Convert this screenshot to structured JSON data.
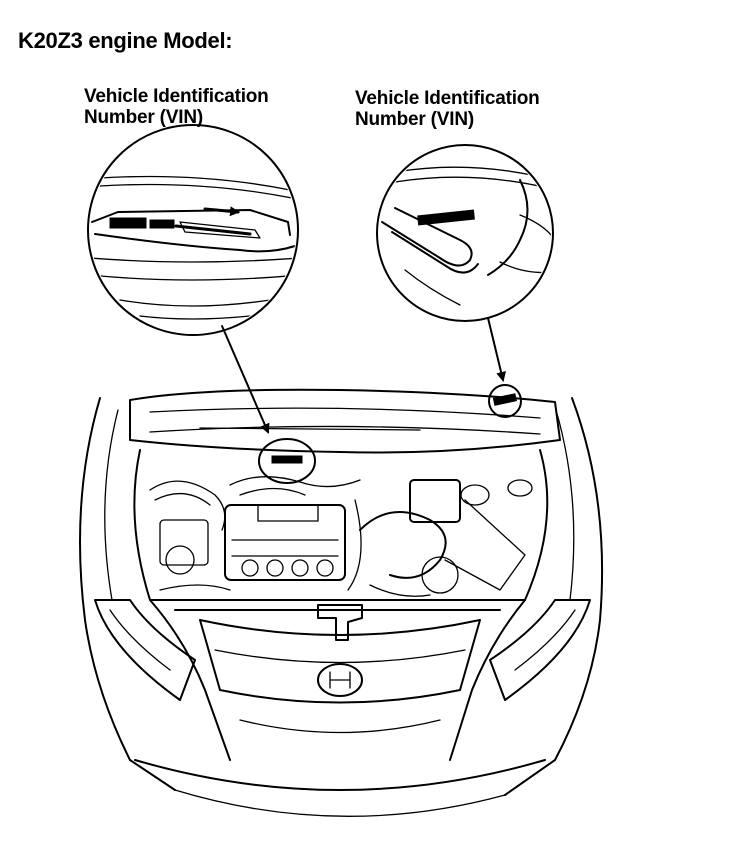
{
  "title": "K20Z3 engine Model:",
  "callouts": {
    "left": {
      "line1": "Vehicle Identification",
      "line2": "Number (VIN)"
    },
    "right": {
      "line1": "Vehicle Identification",
      "line2": "Number (VIN)"
    }
  }
}
